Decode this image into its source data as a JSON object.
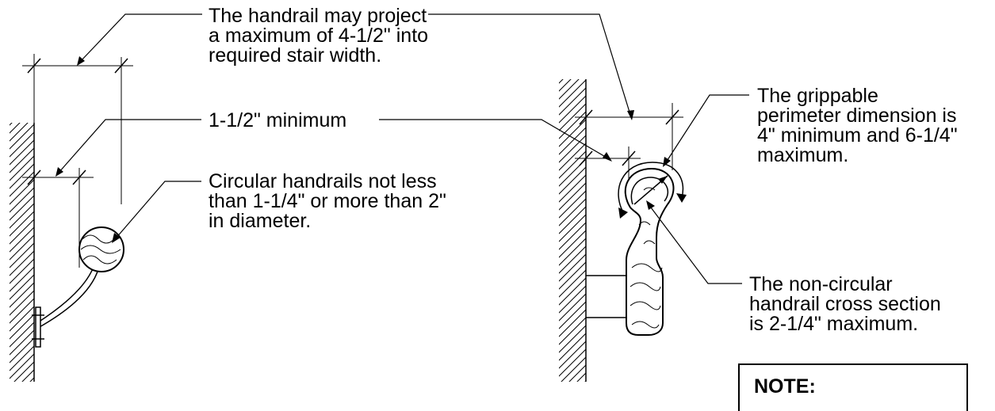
{
  "callouts": {
    "projection": [
      "The handrail may project",
      "a maximum of 4-1/2\" into",
      "required stair width."
    ],
    "clearance": [
      "1-1/2\" minimum"
    ],
    "circular": [
      "Circular handrails not less",
      "than 1-1/4\" or more than 2\"",
      "in diameter."
    ],
    "perimeter": [
      "The grippable",
      "perimeter dimension is",
      "4\" minimum and 6-1/4\"",
      "maximum."
    ],
    "noncircular": [
      "The non-circular",
      "handrail cross section",
      "is 2-1/4\" maximum."
    ]
  },
  "note": {
    "title": "NOTE:"
  }
}
